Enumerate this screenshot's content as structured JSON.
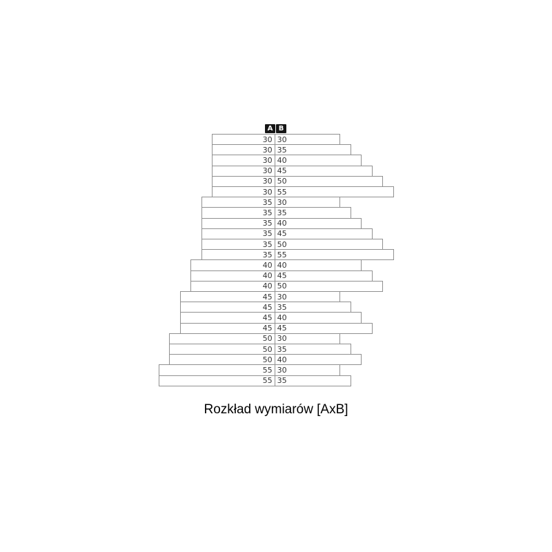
{
  "chart_data": {
    "type": "bar",
    "orientation": "horizontal",
    "title": "Rozkład wymiarów [AxB]",
    "columns": [
      "A",
      "B"
    ],
    "rows": [
      {
        "a": 30,
        "b": 30
      },
      {
        "a": 30,
        "b": 35
      },
      {
        "a": 30,
        "b": 40
      },
      {
        "a": 30,
        "b": 45
      },
      {
        "a": 30,
        "b": 50
      },
      {
        "a": 30,
        "b": 55
      },
      {
        "a": 35,
        "b": 30
      },
      {
        "a": 35,
        "b": 35
      },
      {
        "a": 35,
        "b": 40
      },
      {
        "a": 35,
        "b": 45
      },
      {
        "a": 35,
        "b": 50
      },
      {
        "a": 35,
        "b": 55
      },
      {
        "a": 40,
        "b": 40
      },
      {
        "a": 40,
        "b": 45
      },
      {
        "a": 40,
        "b": 50
      },
      {
        "a": 45,
        "b": 30
      },
      {
        "a": 45,
        "b": 35
      },
      {
        "a": 45,
        "b": 40
      },
      {
        "a": 45,
        "b": 45
      },
      {
        "a": 50,
        "b": 30
      },
      {
        "a": 50,
        "b": 35
      },
      {
        "a": 50,
        "b": 40
      },
      {
        "a": 55,
        "b": 30
      },
      {
        "a": 55,
        "b": 35
      }
    ],
    "layout_hint": "each bar extends A units to the left and B units to the right of a central vertical axis; bar length proportional to A+B; labels A|B centered on the axis",
    "colors": {
      "bar_fill": "#ffffff",
      "bar_border": "#8f8f8f",
      "header_bg": "#151515",
      "header_text": "#ffffff",
      "text": "#333333"
    }
  }
}
